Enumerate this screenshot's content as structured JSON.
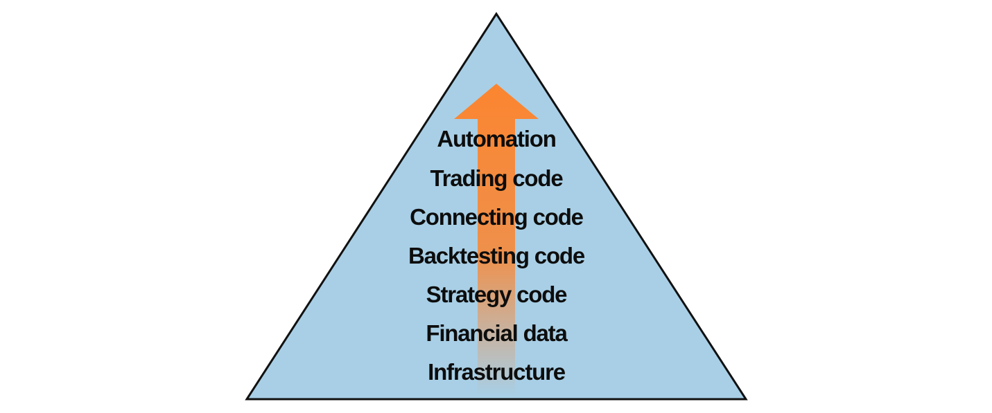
{
  "diagram": {
    "layers_top_to_bottom": [
      "Automation",
      "Trading code",
      "Connecting code",
      "Backtesting code",
      "Strategy code",
      "Financial data",
      "Infrastructure"
    ],
    "colors": {
      "background": "#ffffff",
      "triangle_fill": "#a8cfe6",
      "triangle_stroke": "#111111",
      "arrow": "#fb8530",
      "text": "#0d0d0d"
    },
    "icons": {
      "arrow": "arrow-up-icon"
    }
  }
}
